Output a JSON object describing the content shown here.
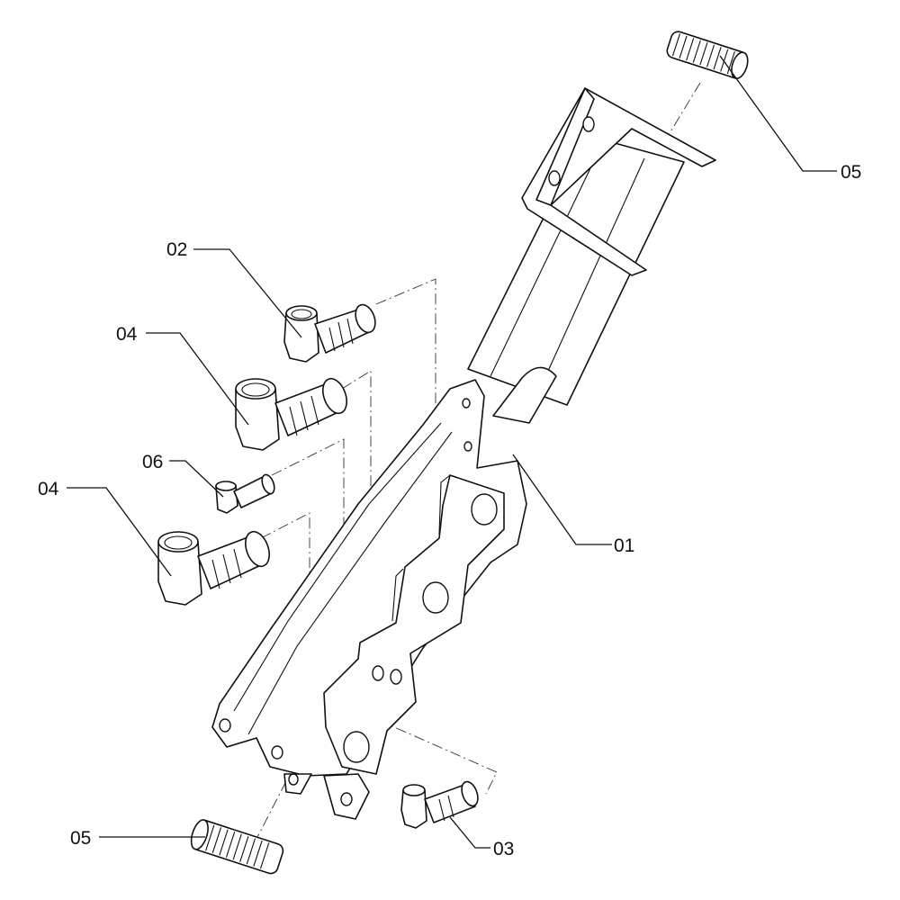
{
  "callouts": {
    "c01": "01",
    "c02": "02",
    "c03": "03",
    "c04_upper": "04",
    "c04_lower": "04",
    "c05_top": "05",
    "c05_bottom": "05",
    "c06": "06"
  },
  "colors": {
    "line": "#111111",
    "background": "#ffffff"
  }
}
